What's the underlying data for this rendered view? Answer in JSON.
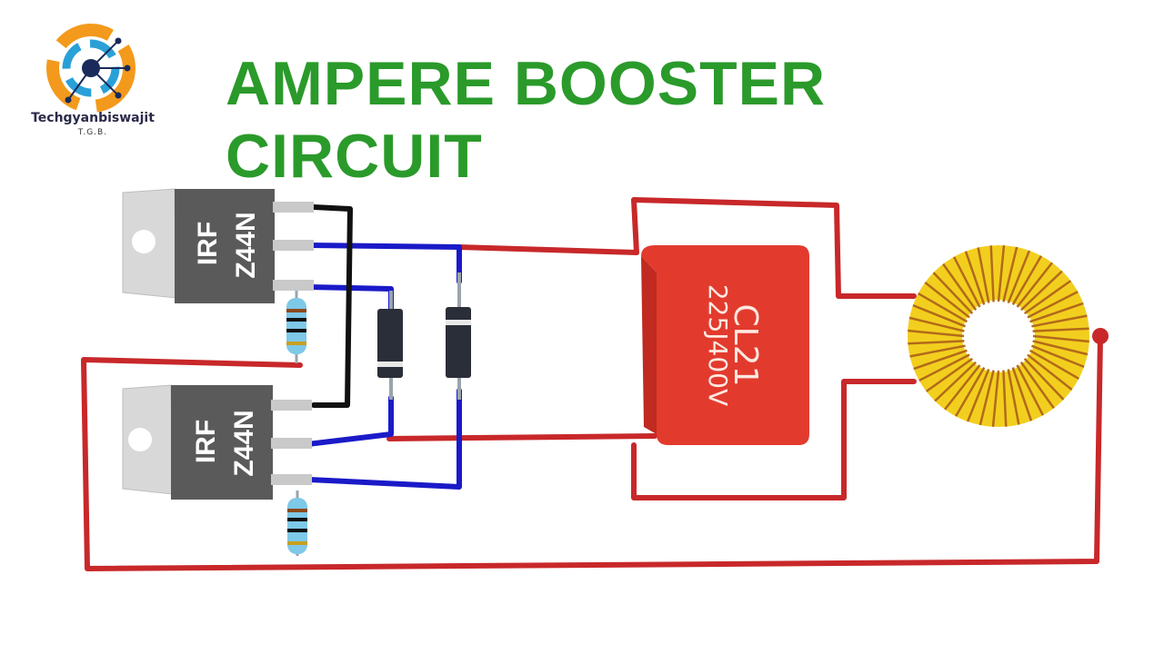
{
  "header": {
    "title": "AMPERE BOOSTER CIRCUIT",
    "title_color": "#2a9a2a"
  },
  "logo": {
    "brand_name": "Techgyanbiswajit",
    "brand_short": "T.G.B.",
    "icon": "circuit-gear-logo-icon"
  },
  "components": {
    "mosfet_top": {
      "line1": "IRF",
      "line2": "Z44N"
    },
    "mosfet_bottom": {
      "line1": "IRF",
      "line2": "Z44N"
    },
    "capacitor": {
      "line1": "CL21",
      "line2": "225J400V"
    }
  },
  "colors": {
    "wire_red": "#c8282a",
    "wire_blue": "#1a1ac8",
    "wire_black": "#111111",
    "capacitor_body": "#e23b2e",
    "mosfet_body": "#5a5a5a",
    "toroid_copper": "#f2cf1e"
  }
}
